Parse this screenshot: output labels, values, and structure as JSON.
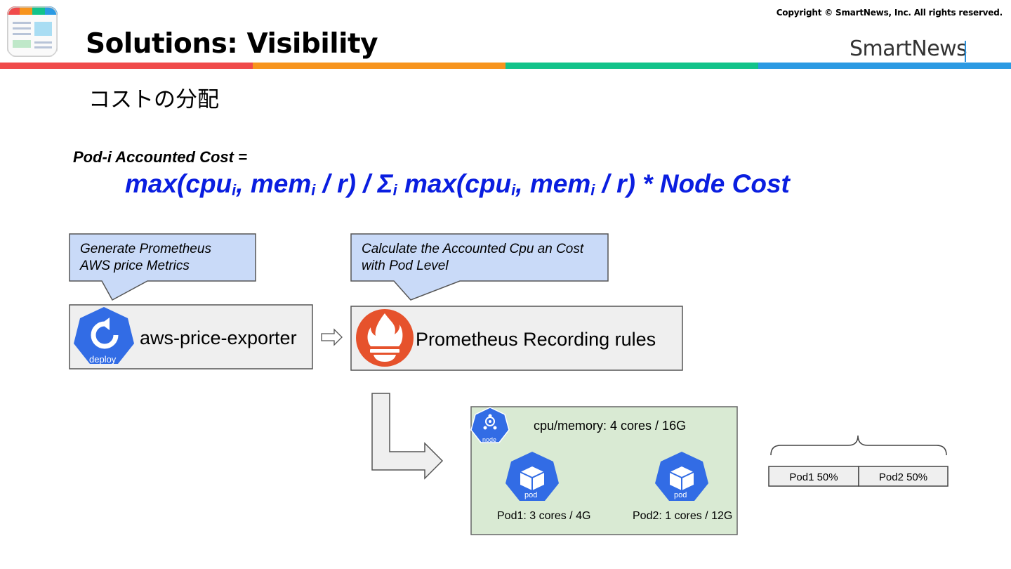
{
  "header": {
    "copyright": "Copyright © SmartNews, Inc. All rights reserved.",
    "title": "Solutions: Visibility",
    "brand": "SmartNews",
    "stripe_colors": [
      "#f04a4a",
      "#f7941d",
      "#12c38a",
      "#2b9ae3"
    ]
  },
  "subtitle": "コストの分配",
  "formula": {
    "label": "Pod-i Accounted Cost =",
    "parts": {
      "a": "max(cpu",
      "i1": "i",
      "b": ", mem",
      "i2": "i",
      "c": " / r) / Σ",
      "i3": "i",
      "d": " max(cpu",
      "i4": "i",
      "e": ", mem",
      "i5": "i",
      "f": " / r) * Node Cost"
    },
    "color": "#0a1ee0"
  },
  "callouts": [
    {
      "line1": "Generate Prometheus",
      "line2": "AWS price Metrics"
    },
    {
      "line1": "Calculate the Accounted Cpu an Cost",
      "line2": "with Pod Level"
    }
  ],
  "boxes": {
    "exporter": {
      "label": "aws-price-exporter",
      "icon": "deploy-icon",
      "icon_caption": "deploy"
    },
    "prometheus": {
      "label": "Prometheus Recording rules",
      "icon": "prometheus-icon"
    }
  },
  "node": {
    "icon_caption": "node",
    "spec": "cpu/memory: 4 cores / 16G",
    "pods": [
      {
        "icon_caption": "pod",
        "label": "Pod1: 3 cores / 4G"
      },
      {
        "icon_caption": "pod",
        "label": "Pod2: 1 cores / 12G"
      }
    ]
  },
  "split_bar": {
    "cells": [
      {
        "label": "Pod1 50%",
        "fraction": 0.5
      },
      {
        "label": "Pod2 50%",
        "fraction": 0.5
      }
    ]
  },
  "colors": {
    "k8s_blue": "#326ce5",
    "callout_fill": "#c9daf8",
    "box_fill": "#efefef",
    "node_fill": "#d9ead3",
    "prometheus_red": "#e6522c"
  }
}
